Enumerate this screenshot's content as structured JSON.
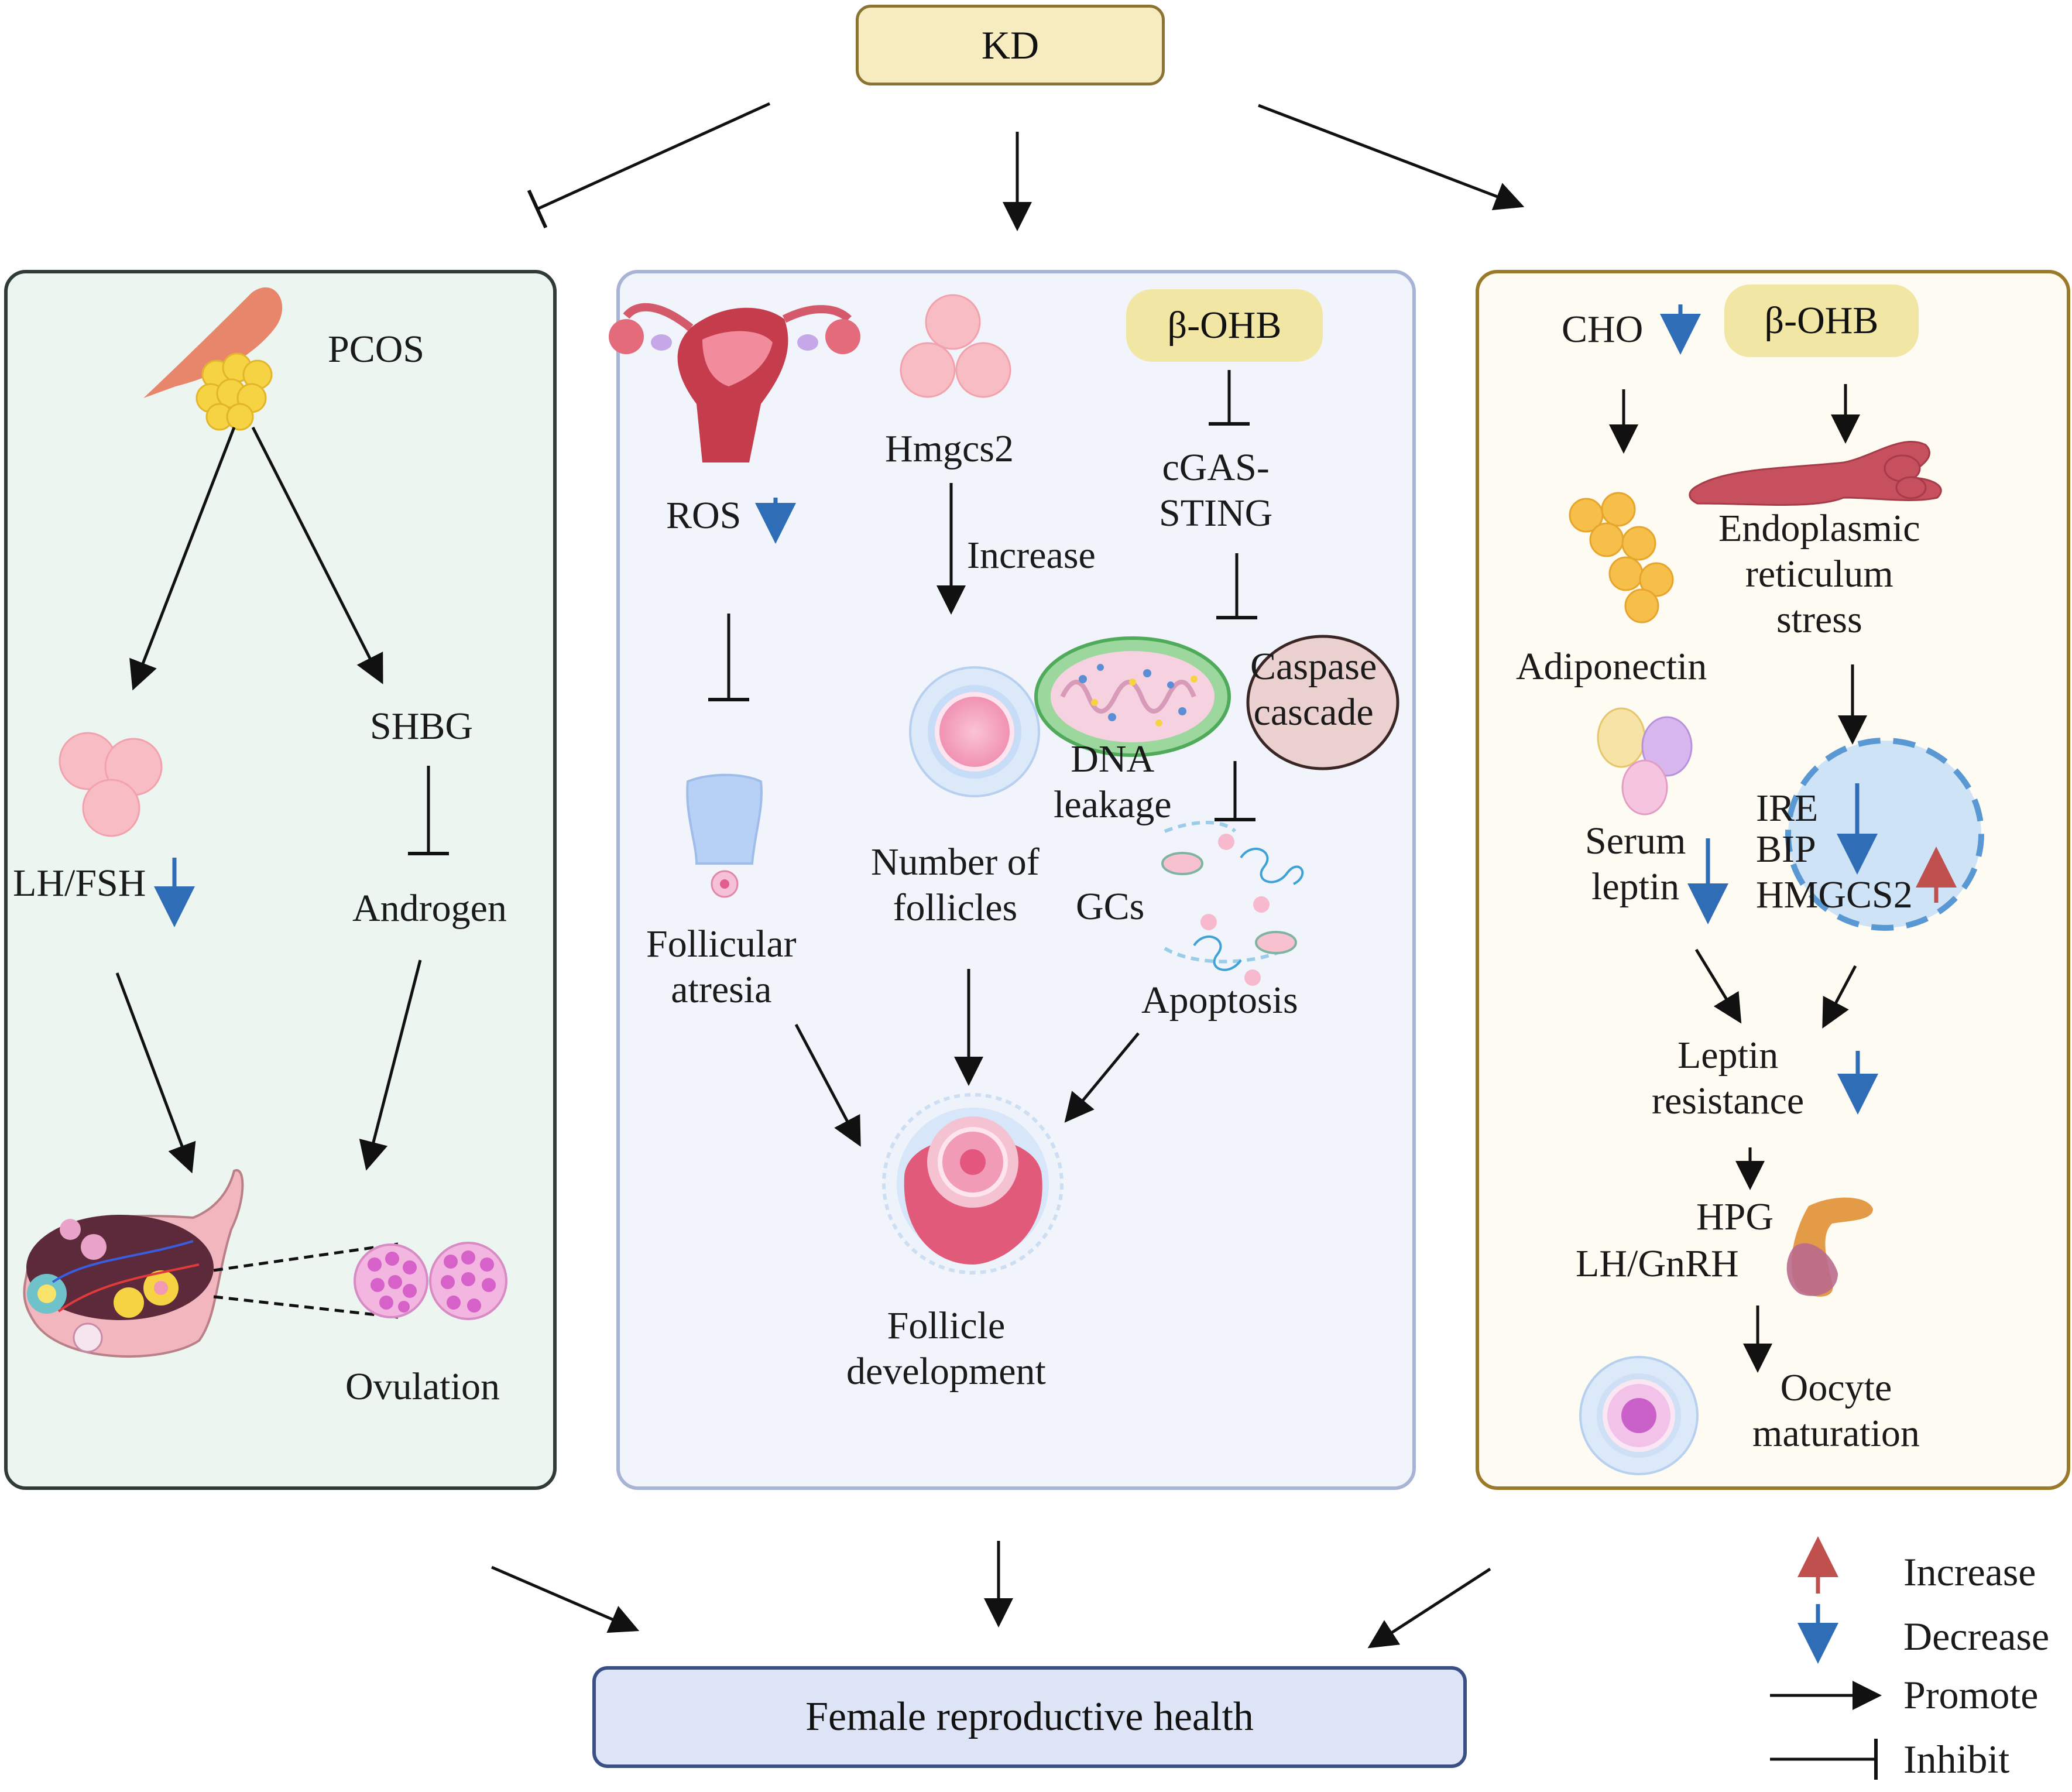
{
  "title": "KD",
  "bottom": {
    "label": "Female reproductive health"
  },
  "colors": {
    "increase": "#c0504d",
    "decrease": "#2f6db7",
    "left_panel_fill": "#edf5f1",
    "left_panel_border": "#2f3b36",
    "mid_panel_fill": "#f1f4fa",
    "mid_panel_border": "#a8b4d6",
    "right_panel_fill": "#fdfbf2",
    "right_panel_border": "#9a7a2a",
    "pill_fill": "#f2e6a5"
  },
  "left_panel": {
    "pcos": "PCOS",
    "lh_fsh": "LH/FSH",
    "shbg": "SHBG",
    "androgen": "Androgen",
    "ovulation": "Ovulation"
  },
  "middle_panel": {
    "beta_ohb": "β-OHB",
    "hmgcs2": "Hmgcs2",
    "ros": "ROS",
    "cgas_sting": "cGAS-\nSTING",
    "increase": "Increase",
    "caspase": "Caspase\ncascade",
    "dna_leakage": "DNA\nleakage",
    "follicular_atresia": "Follicular\natresia",
    "number_of_follicles": "Number of\nfollicles",
    "gcs": "GCs",
    "apoptosis": "Apoptosis",
    "follicle_development": "Follicle\ndevelopment"
  },
  "right_panel": {
    "cho": "CHO",
    "beta_ohb": "β-OHB",
    "er_stress": "Endoplasmic\nreticulum\nstress",
    "adiponectin": "Adiponectin",
    "serum_leptin": "Serum\nleptin",
    "ire": "IRE",
    "bip": "BIP",
    "hmgcs2": "HMGCS2",
    "leptin_resistance": "Leptin\nresistance",
    "hpg": "HPG",
    "lh_gnrh": "LH/GnRH",
    "oocyte_maturation": "Oocyte\nmaturation"
  },
  "legend": {
    "increase": "Increase",
    "decrease": "Decrease",
    "promote": "Promote",
    "inhibit": "Inhibit"
  }
}
